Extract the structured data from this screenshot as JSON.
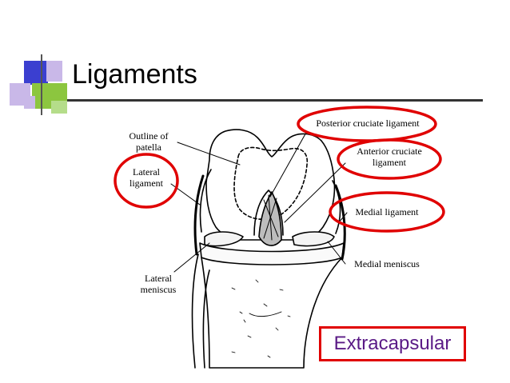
{
  "slide": {
    "title": "Ligaments"
  },
  "labels": {
    "outline_patella_1": "Outline of",
    "outline_patella_2": "patella",
    "lateral_ligament_1": "Lateral",
    "lateral_ligament_2": "ligament",
    "posterior_cruciate": "Posterior cruciate ligament",
    "anterior_cruciate_1": "Anterior cruciate",
    "anterior_cruciate_2": "ligament",
    "medial_ligament": "Medial ligament",
    "medial_meniscus": "Medial meniscus",
    "lateral_meniscus_1": "Lateral",
    "lateral_meniscus_2": "meniscus"
  },
  "callout": {
    "text": "Extracapsular"
  },
  "colors": {
    "highlight_red": "#e00000",
    "callout_text": "#5a1a86",
    "deco_blue": "#3b3fd0",
    "deco_green": "#8cc63f",
    "deco_lavender": "#c9b8e8"
  }
}
